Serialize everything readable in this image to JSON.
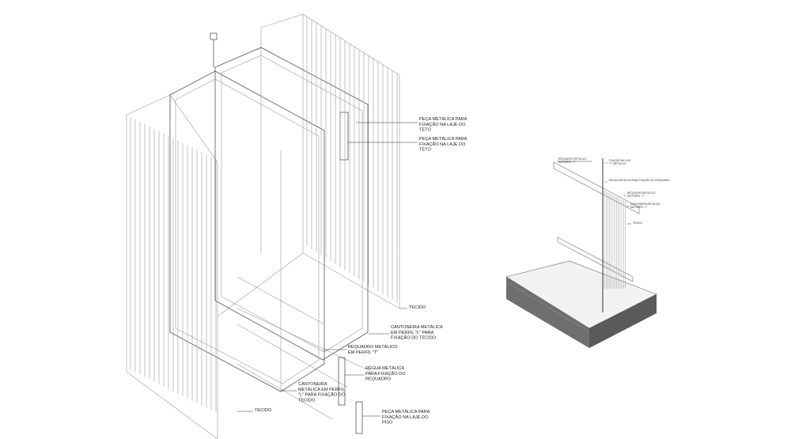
{
  "left_drawing": {
    "labels": [
      {
        "id": "peca-teto-1",
        "lines": [
          "PEÇA METÁLICA PARA",
          "FIXAÇÃO NA LAJE DO",
          "TETO"
        ]
      },
      {
        "id": "peca-teto-2",
        "lines": [
          "PEÇA METÁLICA PARA",
          "FIXAÇÃO NA LAJE DO",
          "TETO"
        ]
      },
      {
        "id": "tecido-right",
        "lines": [
          "TECIDO"
        ]
      },
      {
        "id": "cantoneira-right",
        "lines": [
          "CANTONEIRA METÁLICA",
          "EM PERFIL \"L\" PARA",
          "FIXAÇÃO DO TECIDO"
        ]
      },
      {
        "id": "requadro",
        "lines": [
          "REQUADRO METÁLICO",
          "EM PERFIL \"T\""
        ]
      },
      {
        "id": "regua",
        "lines": [
          "RÉGUA METÁLICA",
          "PARA FIXAÇÃO DO",
          "REQUADRO"
        ]
      },
      {
        "id": "cantoneira-left",
        "lines": [
          "CANTONEIRA",
          "METÁLICA EM PERFIL",
          "\"L\" PARA FIXAÇÃO DO",
          "TECIDO"
        ]
      },
      {
        "id": "tecido-left",
        "lines": [
          "TECIDO"
        ]
      },
      {
        "id": "peca-piso",
        "lines": [
          "PEÇA METÁLICA PARA",
          "FIXAÇÃO NA LAJE DO",
          "PISO"
        ]
      }
    ]
  },
  "right_drawing": {
    "labels": [
      {
        "id": "requadro-top",
        "lines": [
          "REQUADRO METÁLICO",
          "EM PERFIL \"T\""
        ]
      },
      {
        "id": "fixacao-laje",
        "lines": [
          "FIXAÇÃO NA LAJE",
          "\"T\" METÁLICO"
        ]
      },
      {
        "id": "regua",
        "lines": [
          "RÉGUA METÁLICA PARA FIXAÇÃO DO REQUADRO"
        ]
      },
      {
        "id": "requadro-mid",
        "lines": [
          "REQUADRO METÁLICO",
          "EM PERFIL \"T\""
        ]
      },
      {
        "id": "cantoneira",
        "lines": [
          "CANTONEIRA METÁLICA",
          "EM PERFIL \"L\""
        ]
      },
      {
        "id": "tecido",
        "lines": [
          "TECIDO"
        ]
      }
    ]
  },
  "colors": {
    "slab_top": "#f2f2f2",
    "slab_side": "#6f6f6f",
    "slab_side_dark": "#5a5a5a",
    "lines": "#9a9a9a"
  }
}
